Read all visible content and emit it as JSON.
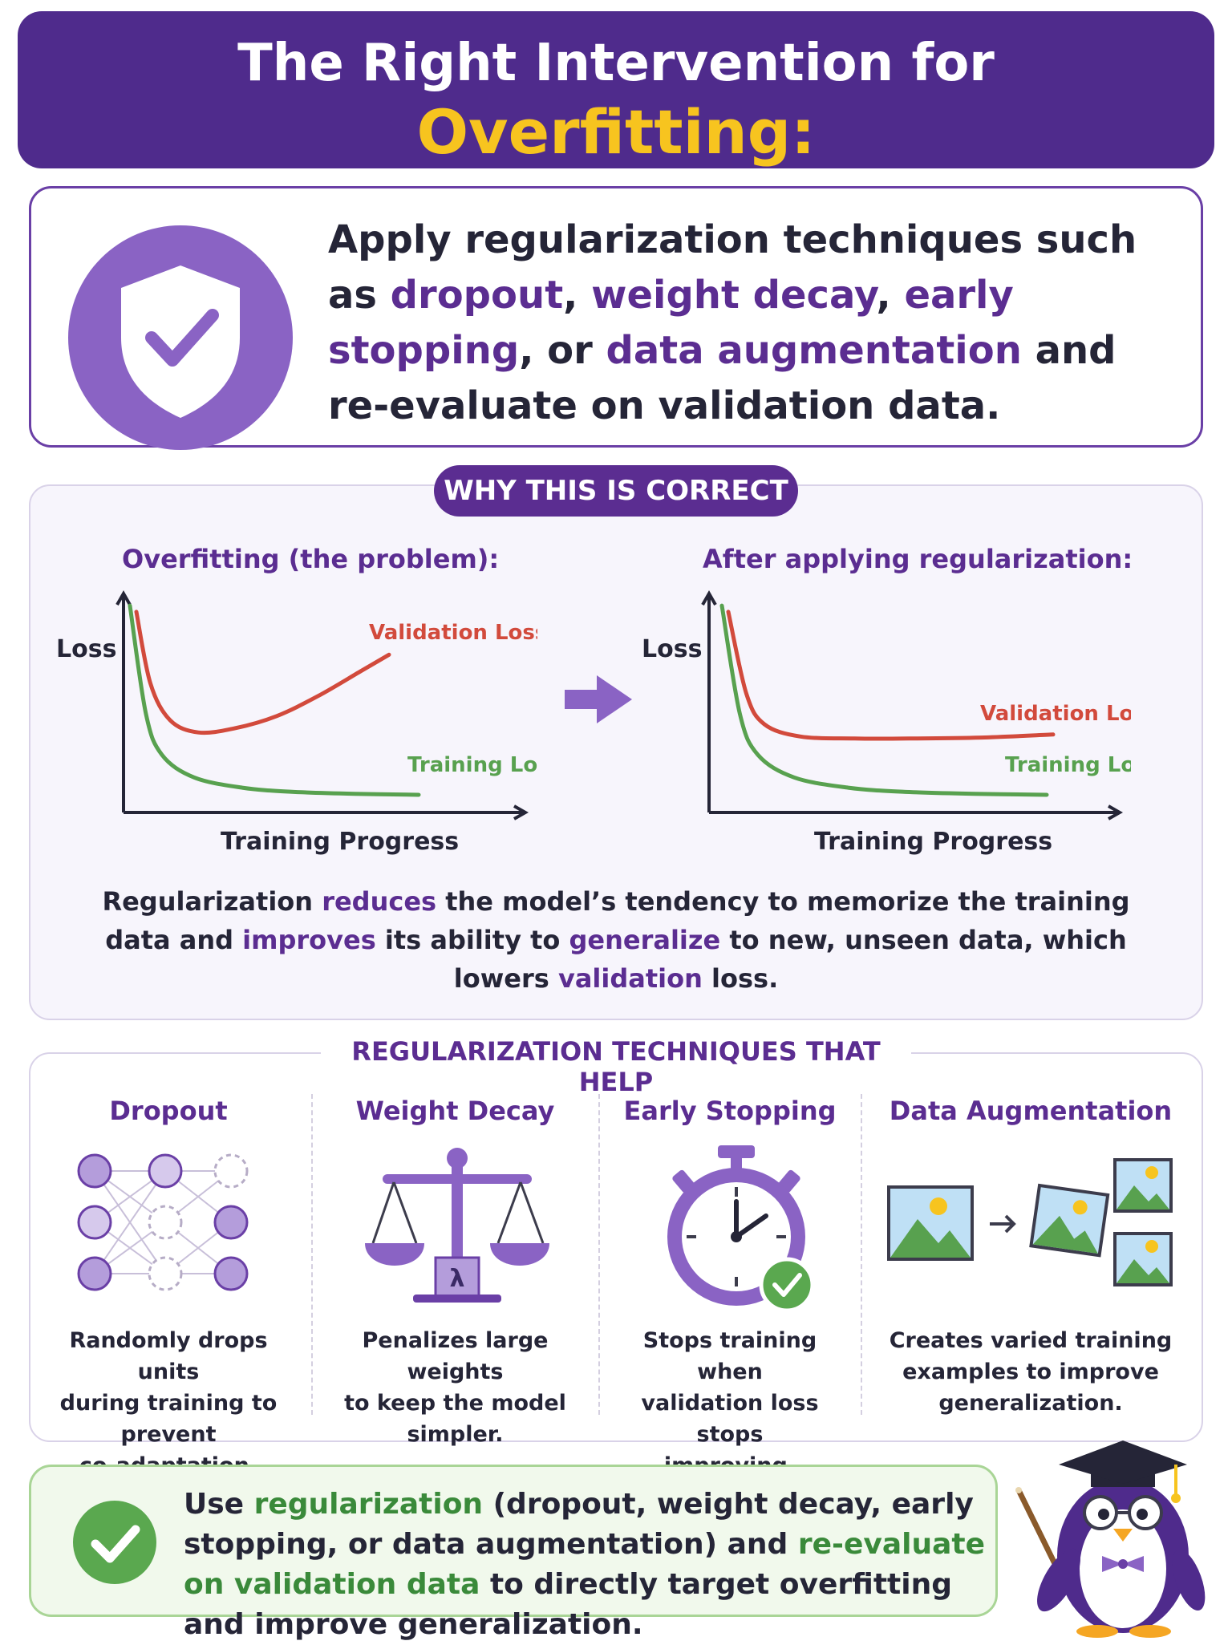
{
  "header": {
    "line1": "The Right Intervention for",
    "line2": "Overfitting:"
  },
  "intro": {
    "p1": "Apply regularization techniques such as ",
    "h1": "dropout",
    "s1": ", ",
    "h2": "weight decay",
    "s2": ", ",
    "h3": "early stopping",
    "s3": ", or ",
    "h4": "data augmentation",
    "p2": " and re-evaluate on validation data."
  },
  "why": {
    "label": "WHY THIS IS CORRECT",
    "left_title": "Overfitting (the problem):",
    "right_title": "After applying regularization:",
    "y_label": "Loss",
    "x_label": "Training Progress",
    "val_label": "Validation Loss",
    "train_label": "Training Loss",
    "explain": {
      "a": "Regularization ",
      "b": "reduces",
      "c": " the model’s tendency to memorize the training data and ",
      "d": "improves",
      "e": " its ability to ",
      "f": "generalize",
      "g": " to new, unseen data, which lowers ",
      "h": "validation",
      "i": " loss."
    }
  },
  "chart_data": [
    {
      "type": "line",
      "title": "Overfitting (the problem):",
      "xlabel": "Training Progress",
      "ylabel": "Loss",
      "series": [
        {
          "name": "Validation Loss",
          "x": [
            0.0,
            0.05,
            0.12,
            0.22,
            0.35,
            0.5,
            0.65,
            0.8,
            0.9
          ],
          "y": [
            0.95,
            0.6,
            0.42,
            0.36,
            0.38,
            0.44,
            0.54,
            0.66,
            0.74
          ]
        },
        {
          "name": "Training Loss",
          "x": [
            0.0,
            0.05,
            0.1,
            0.2,
            0.35,
            0.5,
            0.7,
            0.9
          ],
          "y": [
            0.98,
            0.45,
            0.25,
            0.14,
            0.09,
            0.07,
            0.06,
            0.055
          ]
        }
      ]
    },
    {
      "type": "line",
      "title": "After applying regularization:",
      "xlabel": "Training Progress",
      "ylabel": "Loss",
      "series": [
        {
          "name": "Validation Loss",
          "x": [
            0.0,
            0.05,
            0.1,
            0.2,
            0.35,
            0.5,
            0.7,
            0.9
          ],
          "y": [
            0.95,
            0.55,
            0.4,
            0.34,
            0.33,
            0.33,
            0.335,
            0.35
          ]
        },
        {
          "name": "Training Loss",
          "x": [
            0.0,
            0.05,
            0.1,
            0.2,
            0.35,
            0.5,
            0.7,
            0.9
          ],
          "y": [
            0.98,
            0.45,
            0.25,
            0.14,
            0.09,
            0.07,
            0.06,
            0.055
          ]
        }
      ]
    }
  ],
  "techniques": {
    "section_title": "REGULARIZATION TECHNIQUES THAT HELP",
    "items": [
      {
        "title": "Dropout",
        "desc1": "Randomly drops units",
        "desc2": "during training to prevent",
        "desc3": "co-adaptation."
      },
      {
        "title": "Weight Decay",
        "desc1": "Penalizes large weights",
        "desc2": "to keep the model",
        "desc3": "simpler.",
        "symbol": "λ"
      },
      {
        "title": "Early Stopping",
        "desc1": "Stops training when",
        "desc2": "validation loss stops",
        "desc3": "improving."
      },
      {
        "title": "Data Augmentation",
        "desc1": "Creates varied training",
        "desc2": "examples to improve",
        "desc3": "generalization."
      }
    ]
  },
  "conclusion": {
    "a": "Use ",
    "b": "regularization",
    "c": " (dropout, weight decay, early stopping, or data augmentation) and ",
    "d": "re-evaluate on validation data",
    "e": " to directly target overfitting and improve generalization."
  },
  "colors": {
    "brand": "#4f2b8c",
    "accent": "#f7c41f",
    "validation": "#d24a3c",
    "training": "#58a14f",
    "success": "#5aa84f"
  }
}
